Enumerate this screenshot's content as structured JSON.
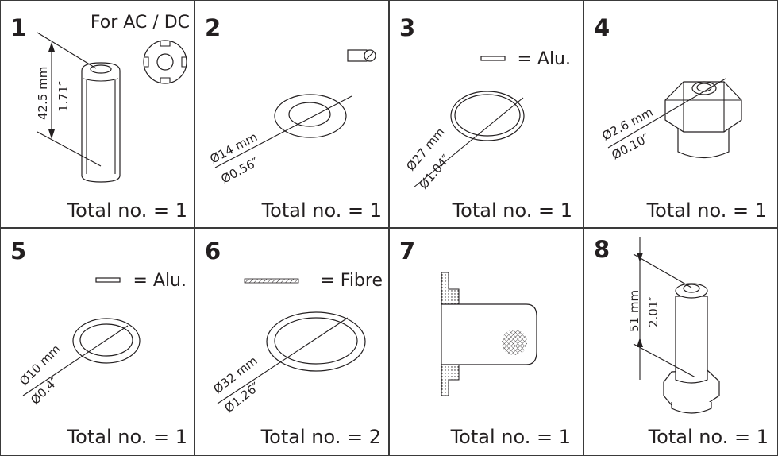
{
  "items": [
    {
      "number": "1",
      "note": "For AC / DC",
      "dim_mm": "42.5 mm",
      "dim_in": "1.71″",
      "total": "Total no. = 1",
      "part_icon": "coil-sleeve-icon"
    },
    {
      "number": "2",
      "dim_mm": "Ø14 mm",
      "dim_in": "Ø0.56″",
      "total": "Total no. = 1",
      "part_icon": "o-ring-icon",
      "section_icon": "round-section-icon"
    },
    {
      "number": "3",
      "material": "= Alu.",
      "dim_mm": "Ø27 mm",
      "dim_in": "Ø1.04″",
      "total": "Total no. = 1",
      "part_icon": "gasket-icon",
      "section_icon": "flat-section-icon"
    },
    {
      "number": "4",
      "dim_mm": "Ø2.6 mm",
      "dim_in": "Ø0.10″",
      "total": "Total no. = 1",
      "part_icon": "hex-nozzle-icon"
    },
    {
      "number": "5",
      "material": "= Alu.",
      "dim_mm": "Ø10 mm",
      "dim_in": "Ø0.4″",
      "total": "Total no. = 1",
      "part_icon": "gasket-icon",
      "section_icon": "flat-section-icon"
    },
    {
      "number": "6",
      "material": "= Fibre",
      "dim_mm": "Ø32 mm",
      "dim_in": "Ø1.26″",
      "total": "Total no. = 2",
      "part_icon": "gasket-icon",
      "section_icon": "hatched-section-icon"
    },
    {
      "number": "7",
      "total": "Total no. = 1",
      "part_icon": "filter-icon"
    },
    {
      "number": "8",
      "dim_mm": "51 mm",
      "dim_in": "2.01″",
      "total": "Total no. = 1",
      "part_icon": "armature-tube-icon"
    }
  ]
}
